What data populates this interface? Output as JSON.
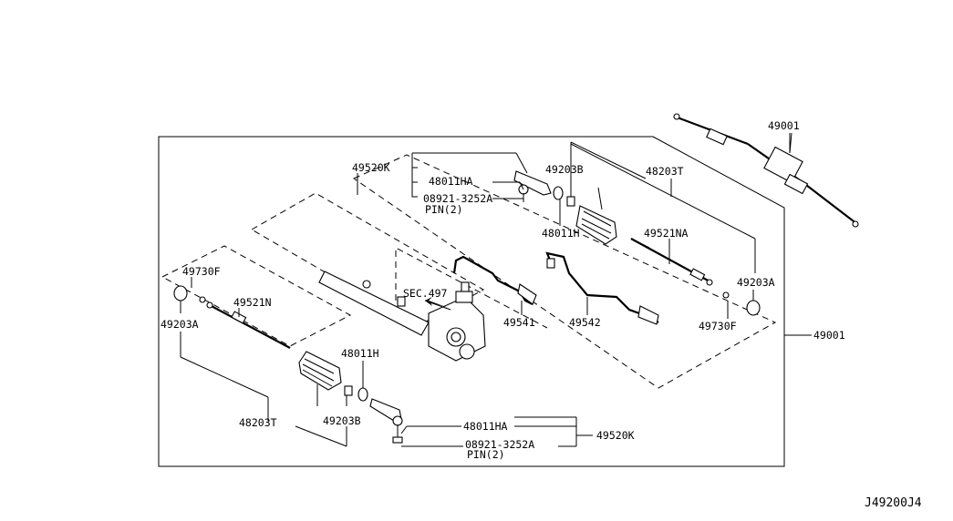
{
  "diagram_id": "J49200J4",
  "labels": {
    "l_49001_top": "49001",
    "l_49001_right": "49001",
    "l_49520K_top": "49520K",
    "l_48011HA_top": "48011HA",
    "l_08921_top": "08921-3252A",
    "l_pin_top": "PIN(2)",
    "l_49203B_top": "49203B",
    "l_48203T_top": "48203T",
    "l_48011H_top": "48011H",
    "l_49521NA": "49521NA",
    "l_49203A_right": "49203A",
    "l_49730F_right": "49730F",
    "l_49730F_left": "49730F",
    "l_49521N": "49521N",
    "l_49203A_left": "49203A",
    "l_sec497": "SEC.497",
    "l_49541": "49541",
    "l_49542": "49542",
    "l_48011H_bottom": "48011H",
    "l_48203T_bottom": "48203T",
    "l_49203B_bottom": "49203B",
    "l_48011HA_bottom": "48011HA",
    "l_49520K_bottom": "49520K",
    "l_08921_bottom": "08921-3252A",
    "l_pin_bottom": "PIN(2)"
  }
}
